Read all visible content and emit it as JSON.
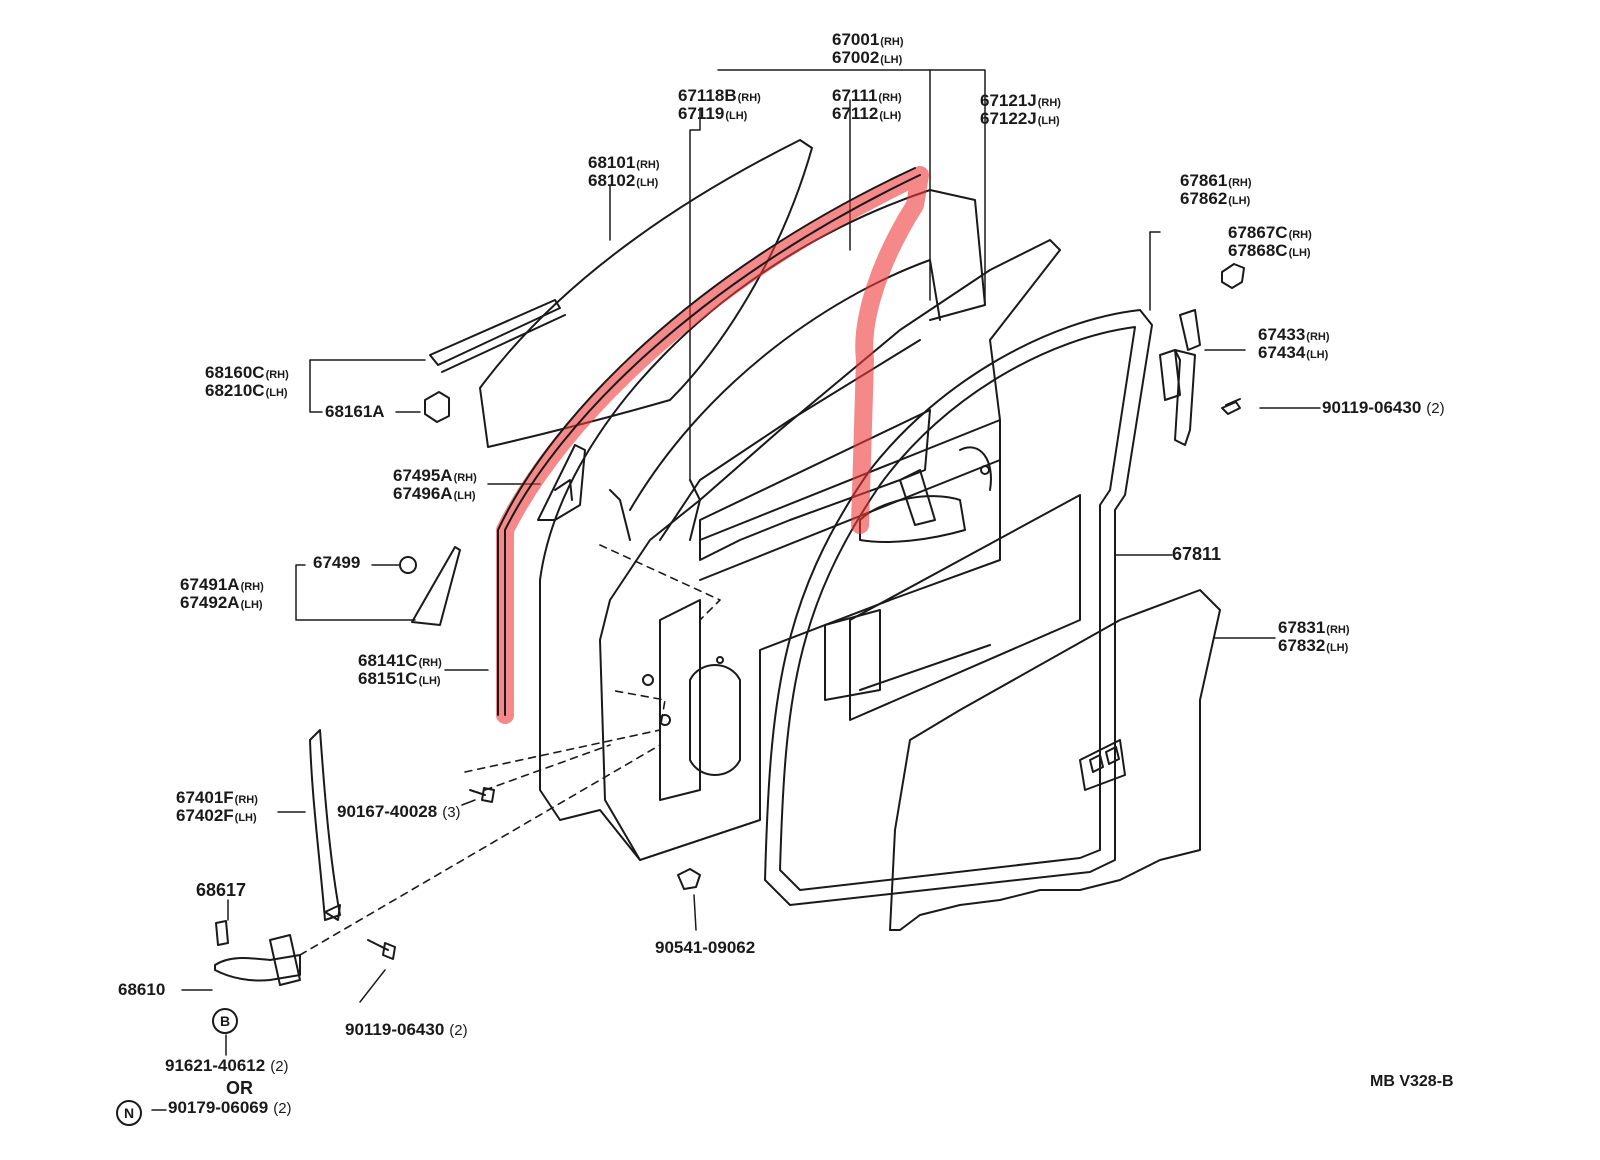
{
  "colors": {
    "ink": "#1a1a1a",
    "highlight": "#ee3a3a"
  },
  "diagram_ref": "MB V328-B",
  "markers": {
    "b": "B",
    "n": "N",
    "or_text": "OR"
  },
  "parts": {
    "door_assy": {
      "rh": "67001",
      "lh": "67002",
      "rh_sfx": "(RH)",
      "lh_sfx": "(LH)"
    },
    "run_channel": {
      "rh": "67118B",
      "lh": "67119",
      "rh_sfx": "(RH)",
      "lh_sfx": "(LH)"
    },
    "frame_a": {
      "rh": "67111",
      "lh": "67112",
      "rh_sfx": "(RH)",
      "lh_sfx": "(LH)"
    },
    "frame_b": {
      "rh": "67121J",
      "lh": "67122J",
      "rh_sfx": "(RH)",
      "lh_sfx": "(LH)"
    },
    "glass": {
      "rh": "68101",
      "lh": "68102",
      "rh_sfx": "(RH)",
      "lh_sfx": "(LH)"
    },
    "belt_weather": {
      "rh": "68160C",
      "lh": "68210C",
      "rh_sfx": "(RH)",
      "lh_sfx": "(LH)"
    },
    "clip": {
      "no": "68161A"
    },
    "corner_piece": {
      "rh": "67495A",
      "lh": "67496A",
      "rh_sfx": "(RH)",
      "lh_sfx": "(LH)"
    },
    "cover_clip": {
      "no": "67499"
    },
    "corner_cover": {
      "rh": "67491A",
      "lh": "67492A",
      "rh_sfx": "(RH)",
      "lh_sfx": "(LH)"
    },
    "glass_run": {
      "rh": "68141C",
      "lh": "68151C",
      "rh_sfx": "(RH)",
      "lh_sfx": "(LH)"
    },
    "rear_channel": {
      "rh": "67401F",
      "lh": "67402F",
      "rh_sfx": "(RH)",
      "lh_sfx": "(LH)"
    },
    "screw_a": {
      "no": "90167-40028",
      "qty": "(3)"
    },
    "pin": {
      "no": "68617"
    },
    "check": {
      "no": "68610"
    },
    "bolt_b": {
      "no": "90119-06430",
      "qty": "(2)"
    },
    "bolt_c": {
      "no": "91621-40612",
      "qty": "(2)"
    },
    "bolt_d": {
      "no": "90179-06069",
      "qty": "(2)"
    },
    "grommet": {
      "no": "90541-09062"
    },
    "weatherstrip_upper": {
      "rh": "67861",
      "lh": "67862",
      "rh_sfx": "(RH)",
      "lh_sfx": "(LH)"
    },
    "clip_c": {
      "rh": "67867C",
      "lh": "67868C",
      "rh_sfx": "(RH)",
      "lh_sfx": "(LH)"
    },
    "hinge_strap": {
      "rh": "67433",
      "lh": "67434",
      "rh_sfx": "(RH)",
      "lh_sfx": "(LH)"
    },
    "bolt_e": {
      "no": "90119-06430",
      "qty": "(2)"
    },
    "weatherstrip": {
      "no": "67811"
    },
    "trim_board": {
      "rh": "67831",
      "lh": "67832",
      "rh_sfx": "(RH)",
      "lh_sfx": "(LH)"
    }
  }
}
